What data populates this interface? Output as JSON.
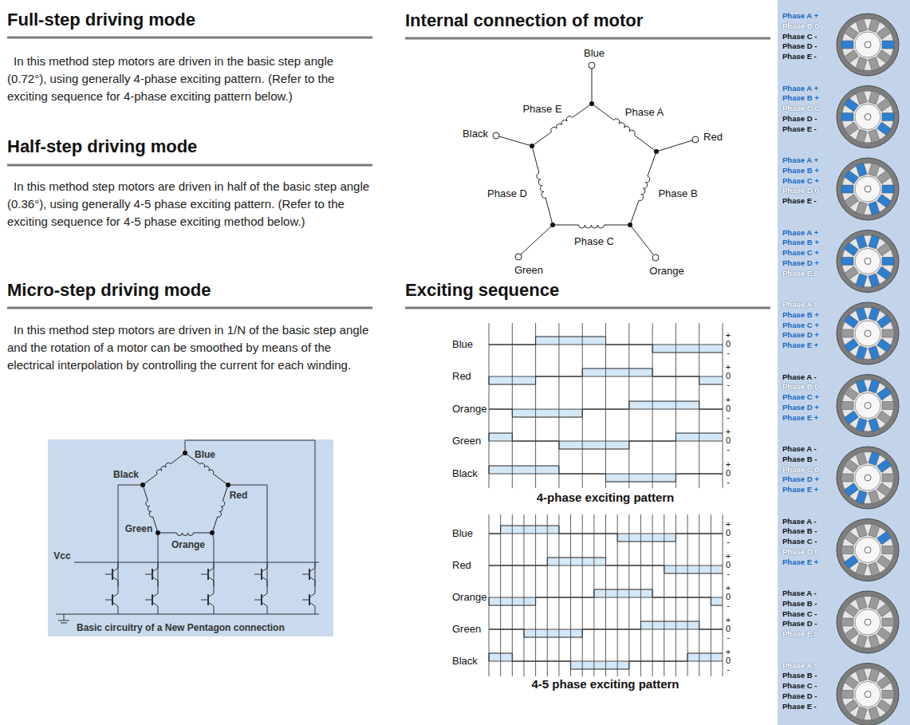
{
  "diagram": {
    "nodes": [
      {
        "text": [
          "Basic circuitry of a New Pentagon connection"
        ]
      }
    ],
    "labels": [
      "Full-step driving mode",
      "In this method step motors are driven in the basic step angle (0.72°), using generally 4-phase exciting pattern. (Refer to the exciting sequence for 4-phase exciting pattern below.)",
      "Half-step driving mode",
      "In this method step motors are driven in half of the basic step angle (0.36°), using generally 4-5 phase exciting pattern. (Refer to the exciting sequence for 4-5 phase exciting method below.)",
      "Micro-step driving mode",
      "In this method step motors are driven in 1/N of the basic step angle and the rotation of a motor can be smoothed by means of the electrical interpolation by controlling the current for each winding.",
      "Internal connection of motor",
      "Exciting sequence",
      "Blue",
      "Phase E",
      "Phase A",
      "Black",
      "Red",
      "Phase D",
      "Phase B",
      "Phase C",
      "Green",
      "Orange",
      "Blue",
      "Black",
      "Red",
      "Green",
      "Orange",
      "Vcc",
      "Blue",
      "+",
      "0",
      "-",
      "Red",
      "+",
      "0",
      "-",
      "Orange",
      "+",
      "0",
      "-",
      "Green",
      "+",
      "0",
      "-",
      "Black",
      "+",
      "0",
      "-",
      "4-phase exciting pattern",
      "Blue",
      "+",
      "0",
      "-",
      "Red",
      "+",
      "0",
      "-",
      "Orange",
      "+",
      "0",
      "-",
      "Green",
      "+",
      "0",
      "-",
      "Black",
      "+",
      "0",
      "-",
      "4-5 phase exciting pattern",
      "Phase A +",
      "Phase B 0",
      "Phase C -",
      "Phase D -",
      "Phase E -",
      "Phase A +",
      "Phase B +",
      "Phase C 0",
      "Phase D -",
      "Phase E -",
      "Phase A +",
      "Phase B +",
      "Phase C +",
      "Phase D 0",
      "Phase E -",
      "Phase A +",
      "Phase B +",
      "Phase C +",
      "Phase D +",
      "Phase E 0",
      "Phase A 0",
      "Phase B +",
      "Phase C +",
      "Phase D +",
      "Phase E +",
      "Phase A -",
      "Phase B 0",
      "Phase C +",
      "Phase D +",
      "Phase E +",
      "Phase A -",
      "Phase B -",
      "Phase C 0",
      "Phase D +",
      "Phase E +",
      "Phase A -",
      "Phase B -",
      "Phase C -",
      "Phase D 0",
      "Phase E +",
      "Phase A -",
      "Phase B -",
      "Phase C -",
      "Phase D -",
      "Phase E 0",
      "Phase A 0",
      "Phase B -",
      "Phase C -",
      "Phase D -",
      "Phase E -"
    ]
  }
}
